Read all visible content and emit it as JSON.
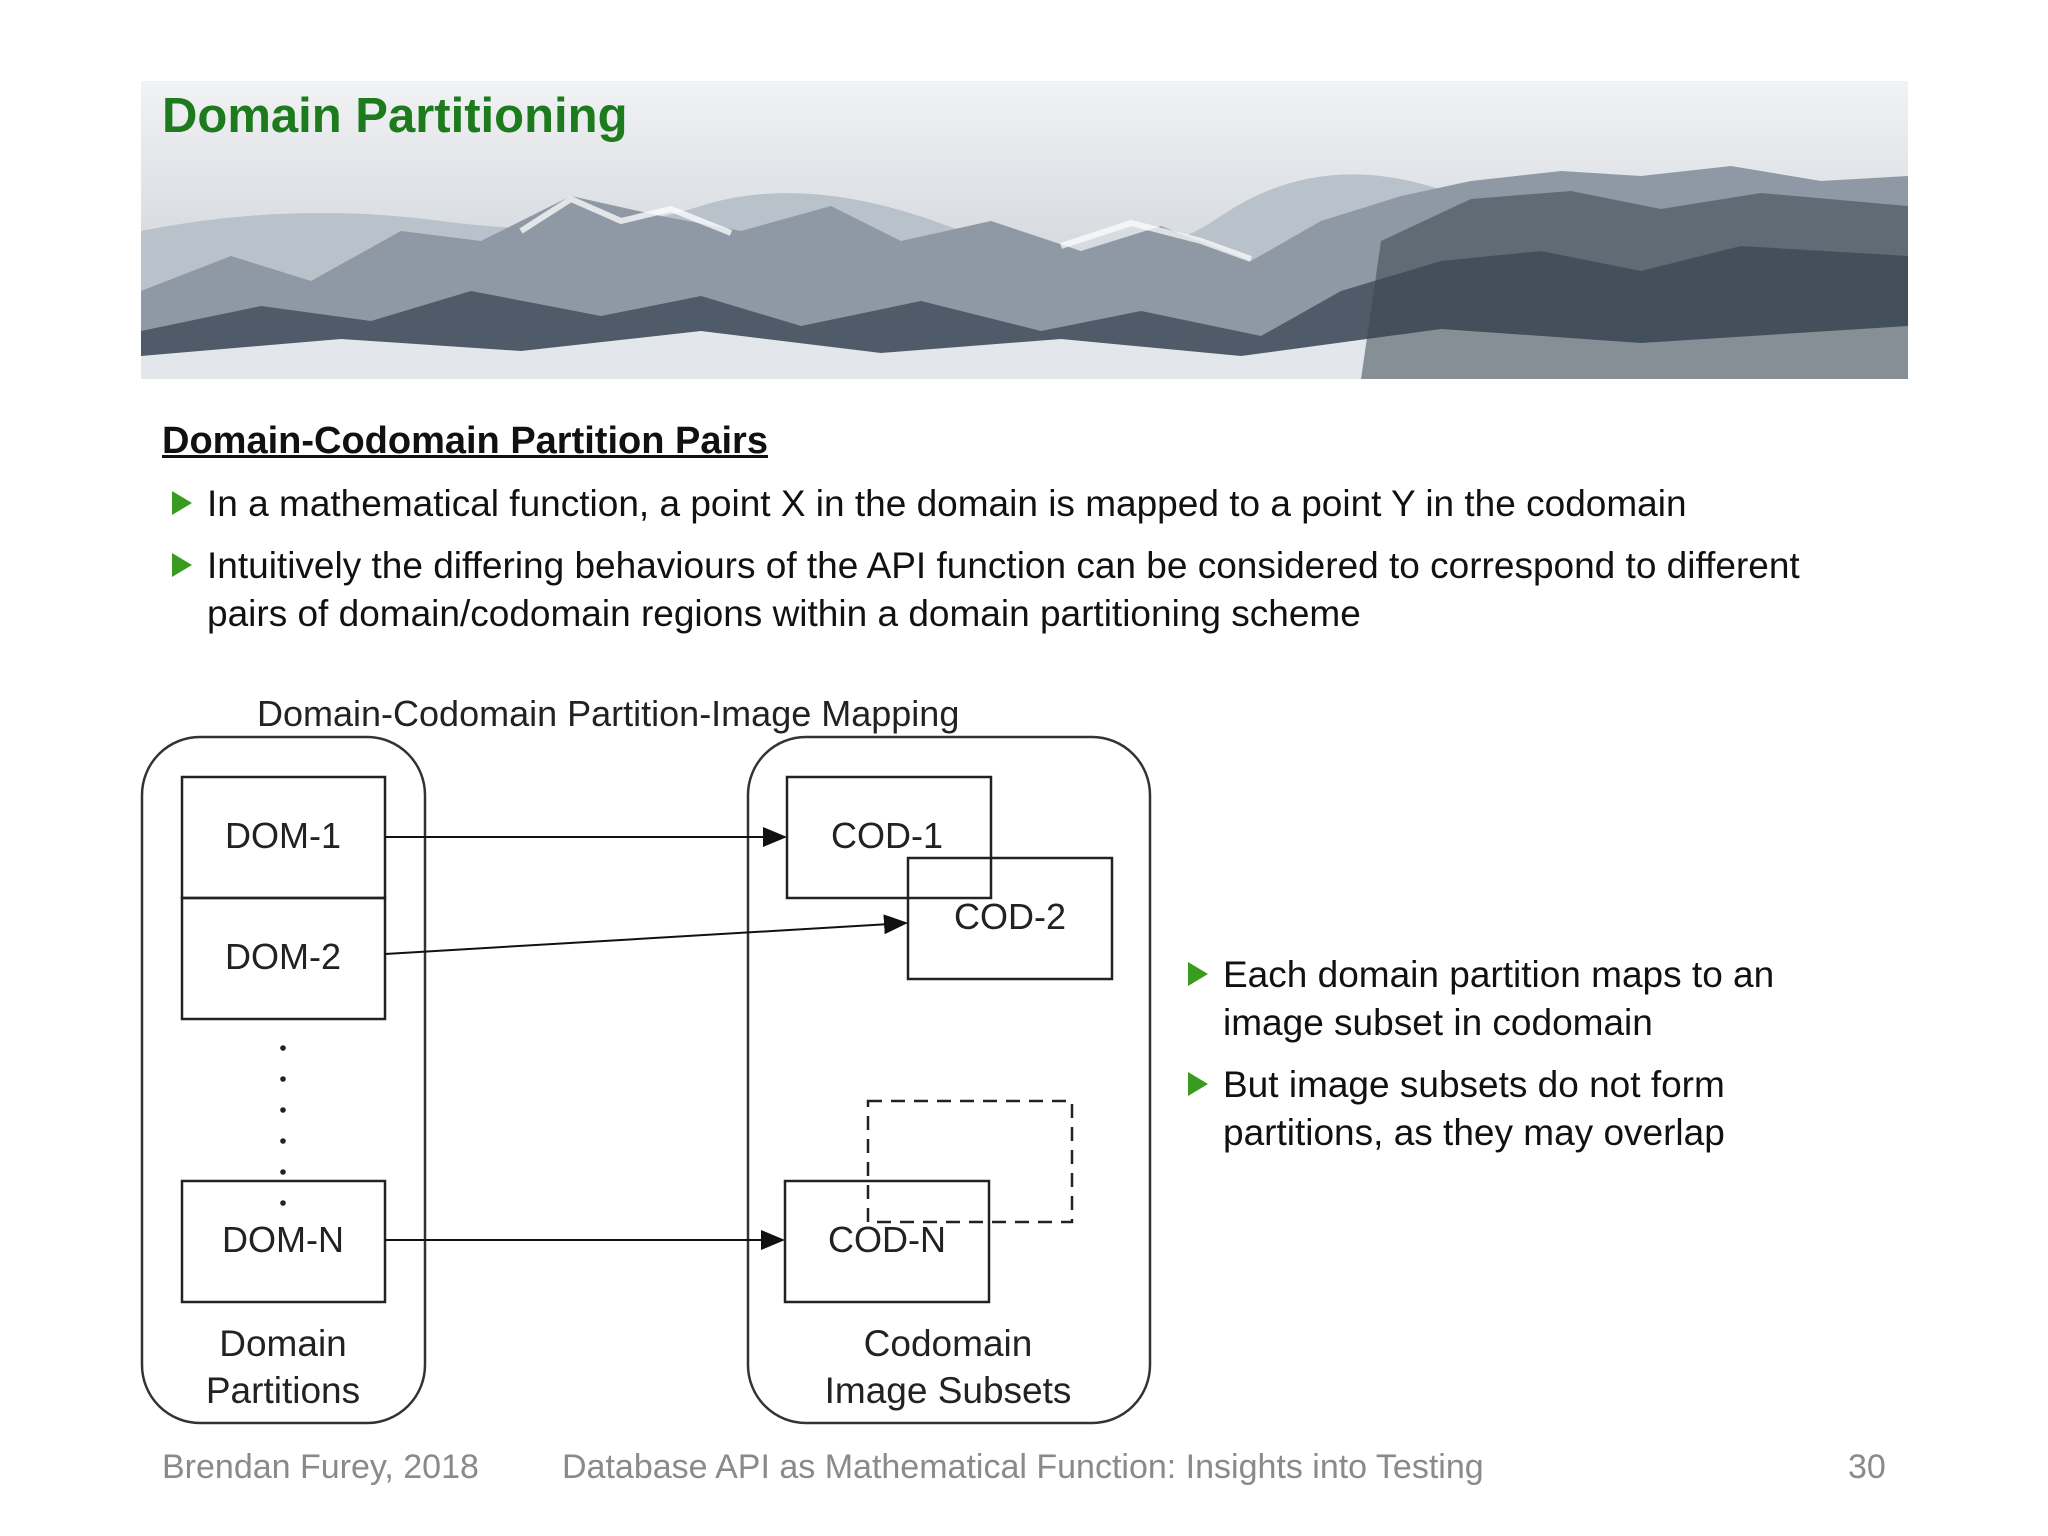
{
  "slide": {
    "title": "Domain Partitioning",
    "section_heading": "Domain-Codomain Partition Pairs",
    "bullets": [
      "In a mathematical function, a point X in the domain is mapped to a point Y in the codomain",
      "Intuitively the differing behaviours of the API function can be considered to correspond to different pairs of domain/codomain regions within a domain partitioning scheme"
    ],
    "side_bullets": [
      "Each domain partition maps to an image subset in codomain",
      "But image subsets do not form partitions, as they may overlap"
    ]
  },
  "diagram": {
    "title": "Domain-Codomain Partition-Image Mapping",
    "domain_boxes": [
      "DOM-1",
      "DOM-2",
      "DOM-N"
    ],
    "codomain_boxes": [
      "COD-1",
      "COD-2",
      "COD-N"
    ],
    "domain_caption": [
      "Domain",
      "Partitions"
    ],
    "codomain_caption": [
      "Codomain",
      "Image Subsets"
    ]
  },
  "footer": {
    "author": "Brendan Furey, 2018",
    "presentation_title": "Database API as Mathematical Function: Insights into Testing",
    "page_number": "30"
  },
  "colors": {
    "title_green": "#1d7a1d",
    "bullet_green": "#3a9c1f",
    "footer_gray": "#8a8a8a"
  }
}
